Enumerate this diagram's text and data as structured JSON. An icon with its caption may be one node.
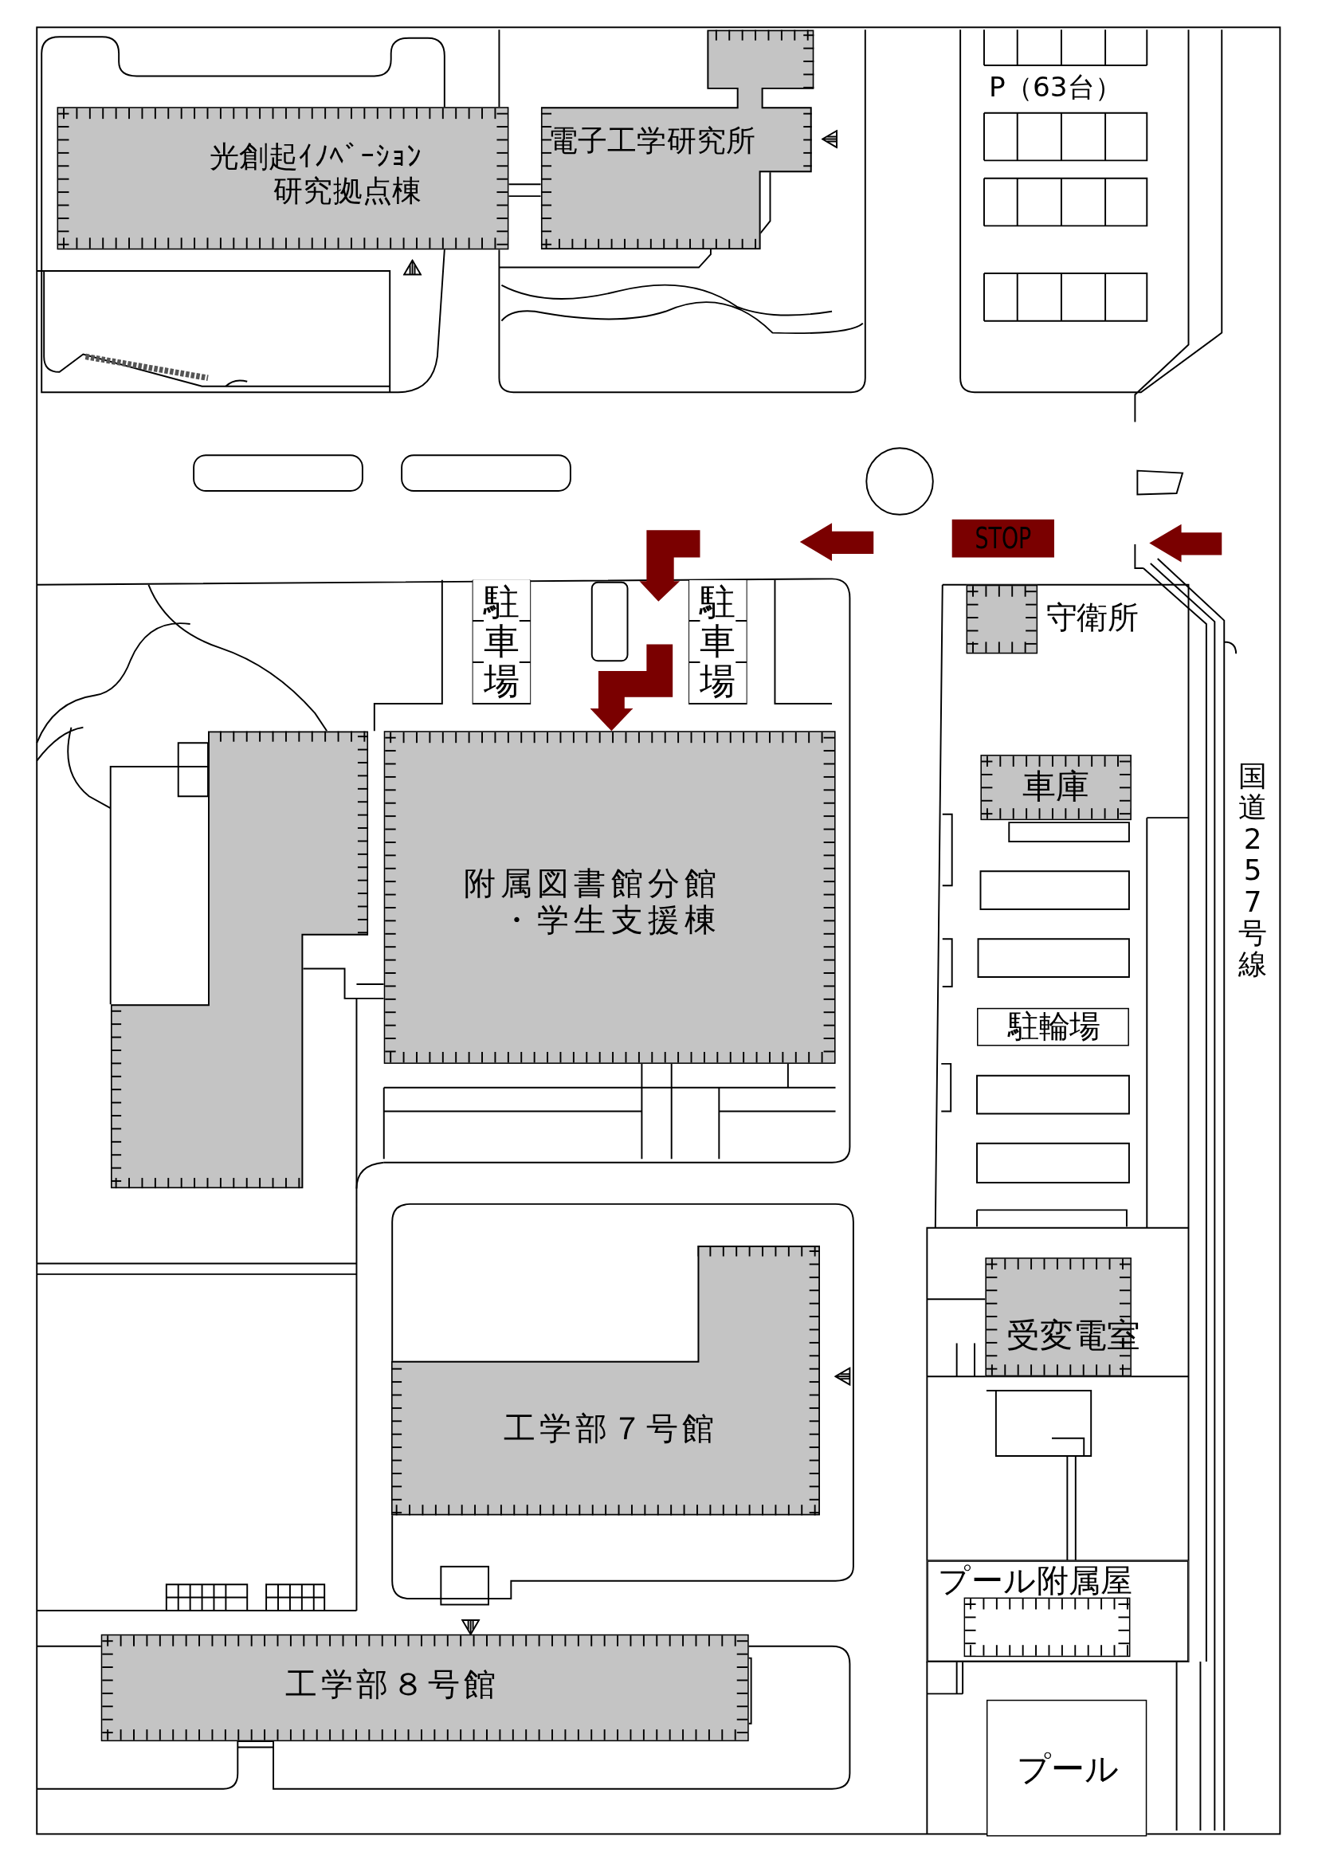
{
  "diagram": {
    "nodes": [
      {
        "text": [
          "光創起ｲﾉﾍﾞｰｼｮﾝ研究拠点棟"
        ]
      },
      {
        "text": [
          "電子工学研究所"
        ]
      },
      {
        "text": [
          "STOP"
        ]
      },
      {
        "text": [
          "駐車場"
        ]
      },
      {
        "text": [
          "駐車場"
        ]
      },
      {
        "text": [
          "守衛所"
        ]
      },
      {
        "text": [
          "附属図書館分館・学生支援棟"
        ]
      },
      {
        "text": [
          "車庫"
        ]
      },
      {
        "text": [
          "駐輪場"
        ]
      },
      {
        "text": [],
        "shape": "box"
      },
      {
        "text": [
          "受変電室"
        ]
      },
      {
        "text": [
          "工学部７号館"
        ]
      },
      {
        "text": [
          "プール附属屋"
        ]
      },
      {
        "text": [
          "工学部８号館"
        ]
      },
      {
        "text": [
          "プール"
        ]
      }
    ],
    "edges": [
      {
        "from": null,
        "to": 6,
        "arrow": "to",
        "color": "#7a0000"
      }
    ],
    "labels": [
      "P（63台）",
      "国道257号線"
    ]
  }
}
